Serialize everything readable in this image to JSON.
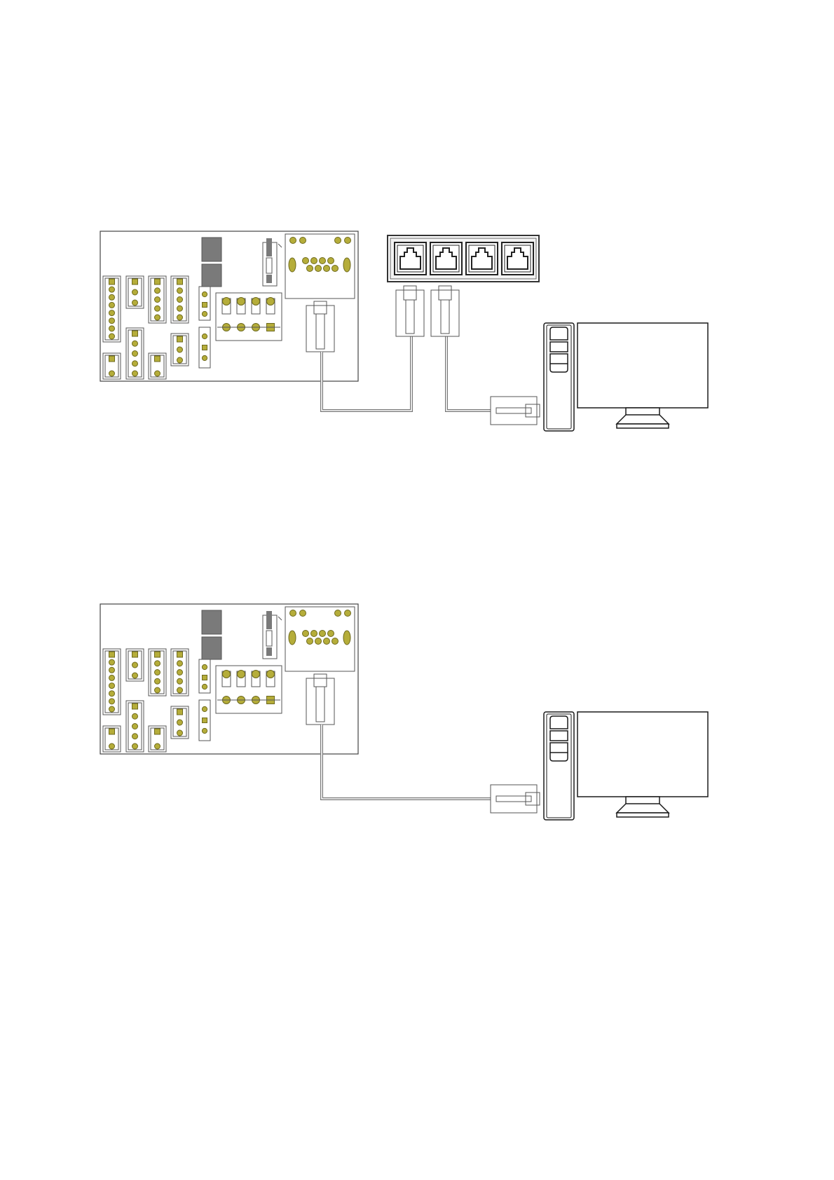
{
  "diagrams": [
    {
      "id": "switch-connection",
      "has_switch": true,
      "switch": {
        "port_count": 4
      }
    },
    {
      "id": "direct-connection",
      "has_switch": false
    }
  ],
  "colors": {
    "outline": "#555555",
    "dark": "#1a1a1a",
    "pad_fill": "#b5ad3a",
    "pad_stroke": "#6e6a1e",
    "block_fill": "#7a7a7a",
    "cable": "#777777",
    "background": "#ffffff"
  },
  "icons": [
    "controller-board",
    "network-switch",
    "rj45-plug",
    "desktop-tower",
    "monitor"
  ]
}
